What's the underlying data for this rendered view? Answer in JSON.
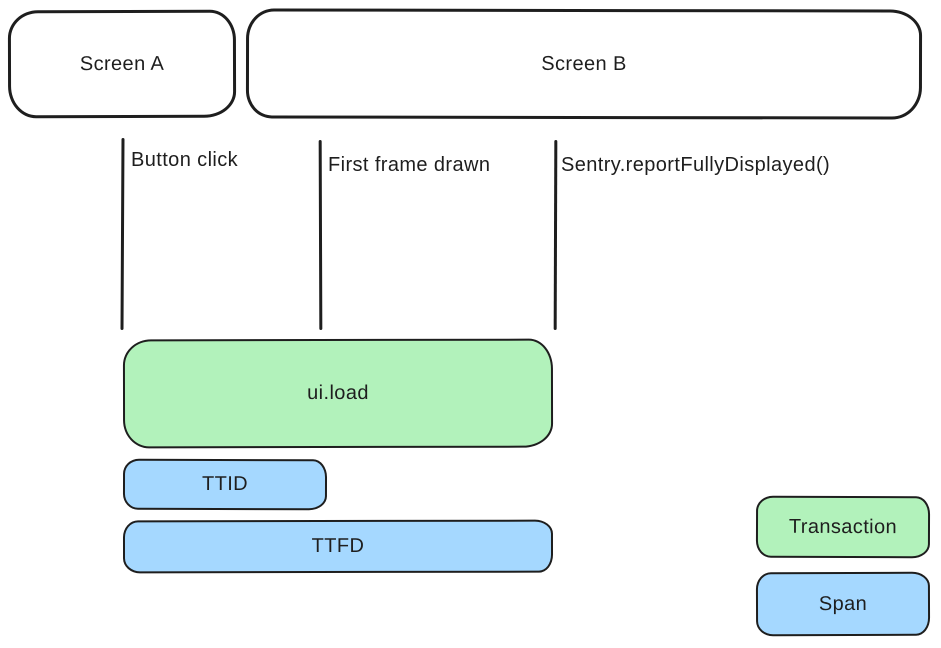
{
  "colors": {
    "stroke": "#1e1e1e",
    "transaction_fill": "#b2f2bb",
    "span_fill": "#a5d8ff",
    "background": "#ffffff"
  },
  "screens": [
    {
      "label": "Screen A"
    },
    {
      "label": "Screen B"
    }
  ],
  "markers": [
    {
      "label": "Button click"
    },
    {
      "label": "First frame drawn"
    },
    {
      "label": "Sentry.reportFullyDisplayed()"
    }
  ],
  "bars": {
    "transaction": {
      "label": "ui.load"
    },
    "ttid": {
      "label": "TTID"
    },
    "ttfd": {
      "label": "TTFD"
    }
  },
  "legend": [
    {
      "label": "Transaction",
      "type": "transaction"
    },
    {
      "label": "Span",
      "type": "span"
    }
  ]
}
